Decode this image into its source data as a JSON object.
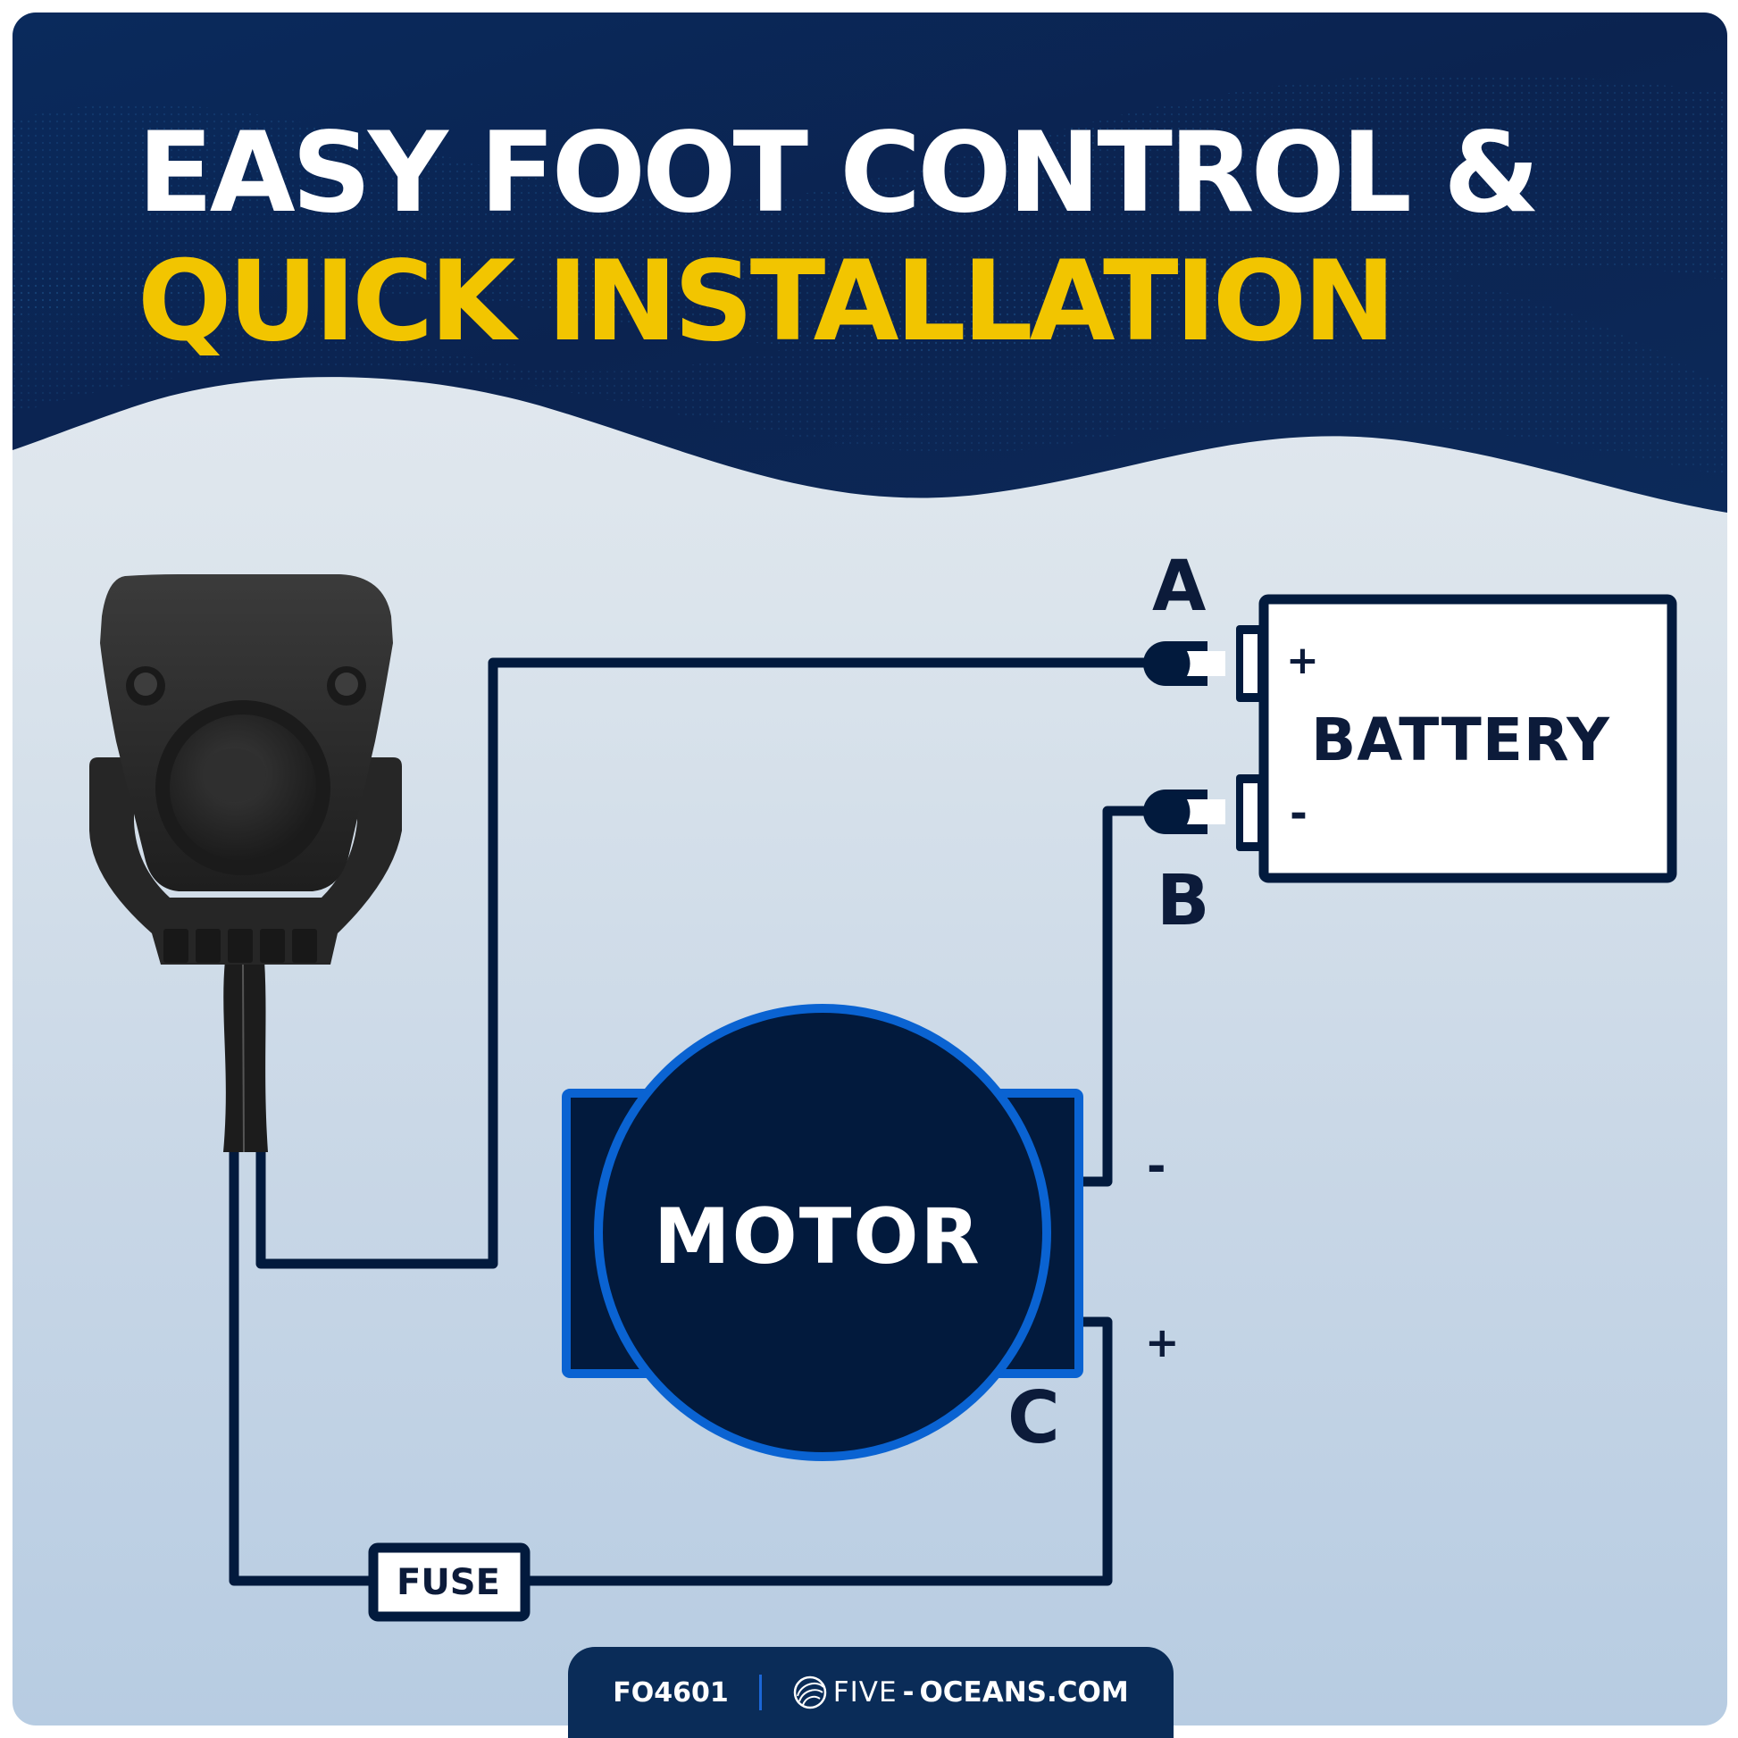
{
  "header": {
    "title_line1": "EASY FOOT CONTROL &",
    "title_line2": "QUICK INSTALLATION",
    "title_color_primary": "#ffffff",
    "title_color_accent": "#f2c500",
    "background_color": "#0b2350"
  },
  "diagram": {
    "product": "foot-switch",
    "battery": {
      "label": "BATTERY",
      "positive_symbol": "+",
      "negative_symbol": "-",
      "terminal_a": "A",
      "terminal_b": "B"
    },
    "motor": {
      "label": "MOTOR",
      "negative_symbol": "-",
      "positive_symbol": "+",
      "terminal_c": "C",
      "fill_color": "#021a3d",
      "outline_color": "#0a63d2"
    },
    "fuse": {
      "label": "FUSE"
    },
    "wire_color": "#021a3d"
  },
  "footer": {
    "product_code": "FO4601",
    "brand_light": "FIVE",
    "brand_dash": "-",
    "brand_bold": "OCEANS.COM",
    "logo_icon": "shell-wave-logo"
  }
}
